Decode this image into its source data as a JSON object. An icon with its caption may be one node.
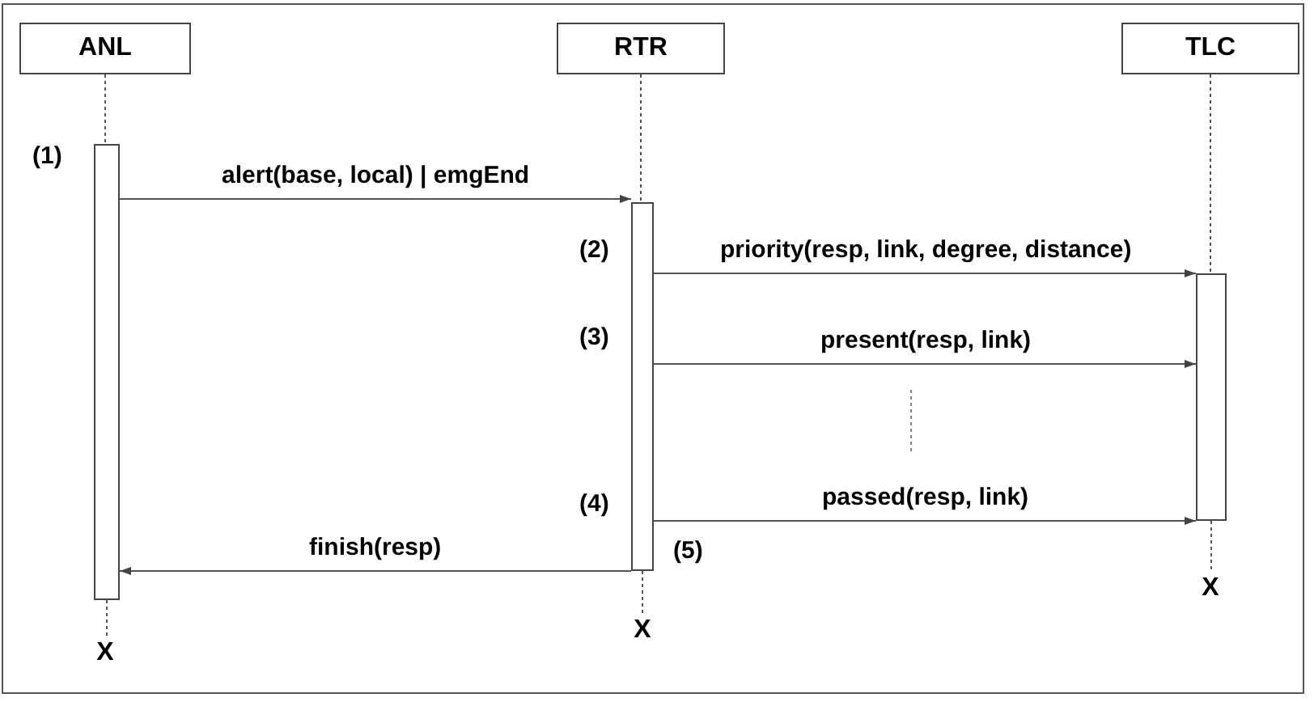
{
  "diagram": {
    "nodes": [
      {
        "text": [
          "ANL"
        ]
      },
      {
        "text": [
          "RTR"
        ]
      },
      {
        "text": [
          "TLC"
        ]
      },
      {
        "text": [],
        "shape": "bar"
      },
      {
        "text": [],
        "shape": "bar"
      },
      {
        "text": [],
        "shape": "bar"
      },
      {
        "text": [
          "X"
        ]
      },
      {
        "text": [
          "X"
        ]
      },
      {
        "text": [
          "X"
        ]
      }
    ],
    "edges": [
      {
        "from": 0,
        "to": 3,
        "arrow": "none",
        "style": "dashed"
      },
      {
        "from": 3,
        "to": 6,
        "arrow": "none",
        "style": "dashed"
      },
      {
        "from": 1,
        "to": 4,
        "arrow": "none",
        "style": "dashed"
      },
      {
        "from": 4,
        "to": 7,
        "arrow": "none",
        "style": "dashed"
      },
      {
        "from": 2,
        "to": 5,
        "arrow": "none",
        "style": "dashed"
      },
      {
        "from": 5,
        "to": 8,
        "arrow": "none",
        "style": "dashed"
      },
      {
        "from": 3,
        "to": 4,
        "arrow": "to",
        "label": "alert(base, local) | emgEnd"
      },
      {
        "from": 4,
        "to": 5,
        "arrow": "to",
        "label": "priority(resp, link, degree, distance)"
      },
      {
        "from": 4,
        "to": 5,
        "arrow": "to",
        "label": "present(resp, link)"
      },
      {
        "from": 4,
        "to": 5,
        "arrow": "to",
        "label": "passed(resp, link)"
      },
      {
        "from": 4,
        "to": 3,
        "arrow": "to",
        "label": "finish(resp)"
      }
    ],
    "labels": [
      "(1)",
      "(2)",
      "(3)",
      "(4)",
      "(5)"
    ]
  }
}
